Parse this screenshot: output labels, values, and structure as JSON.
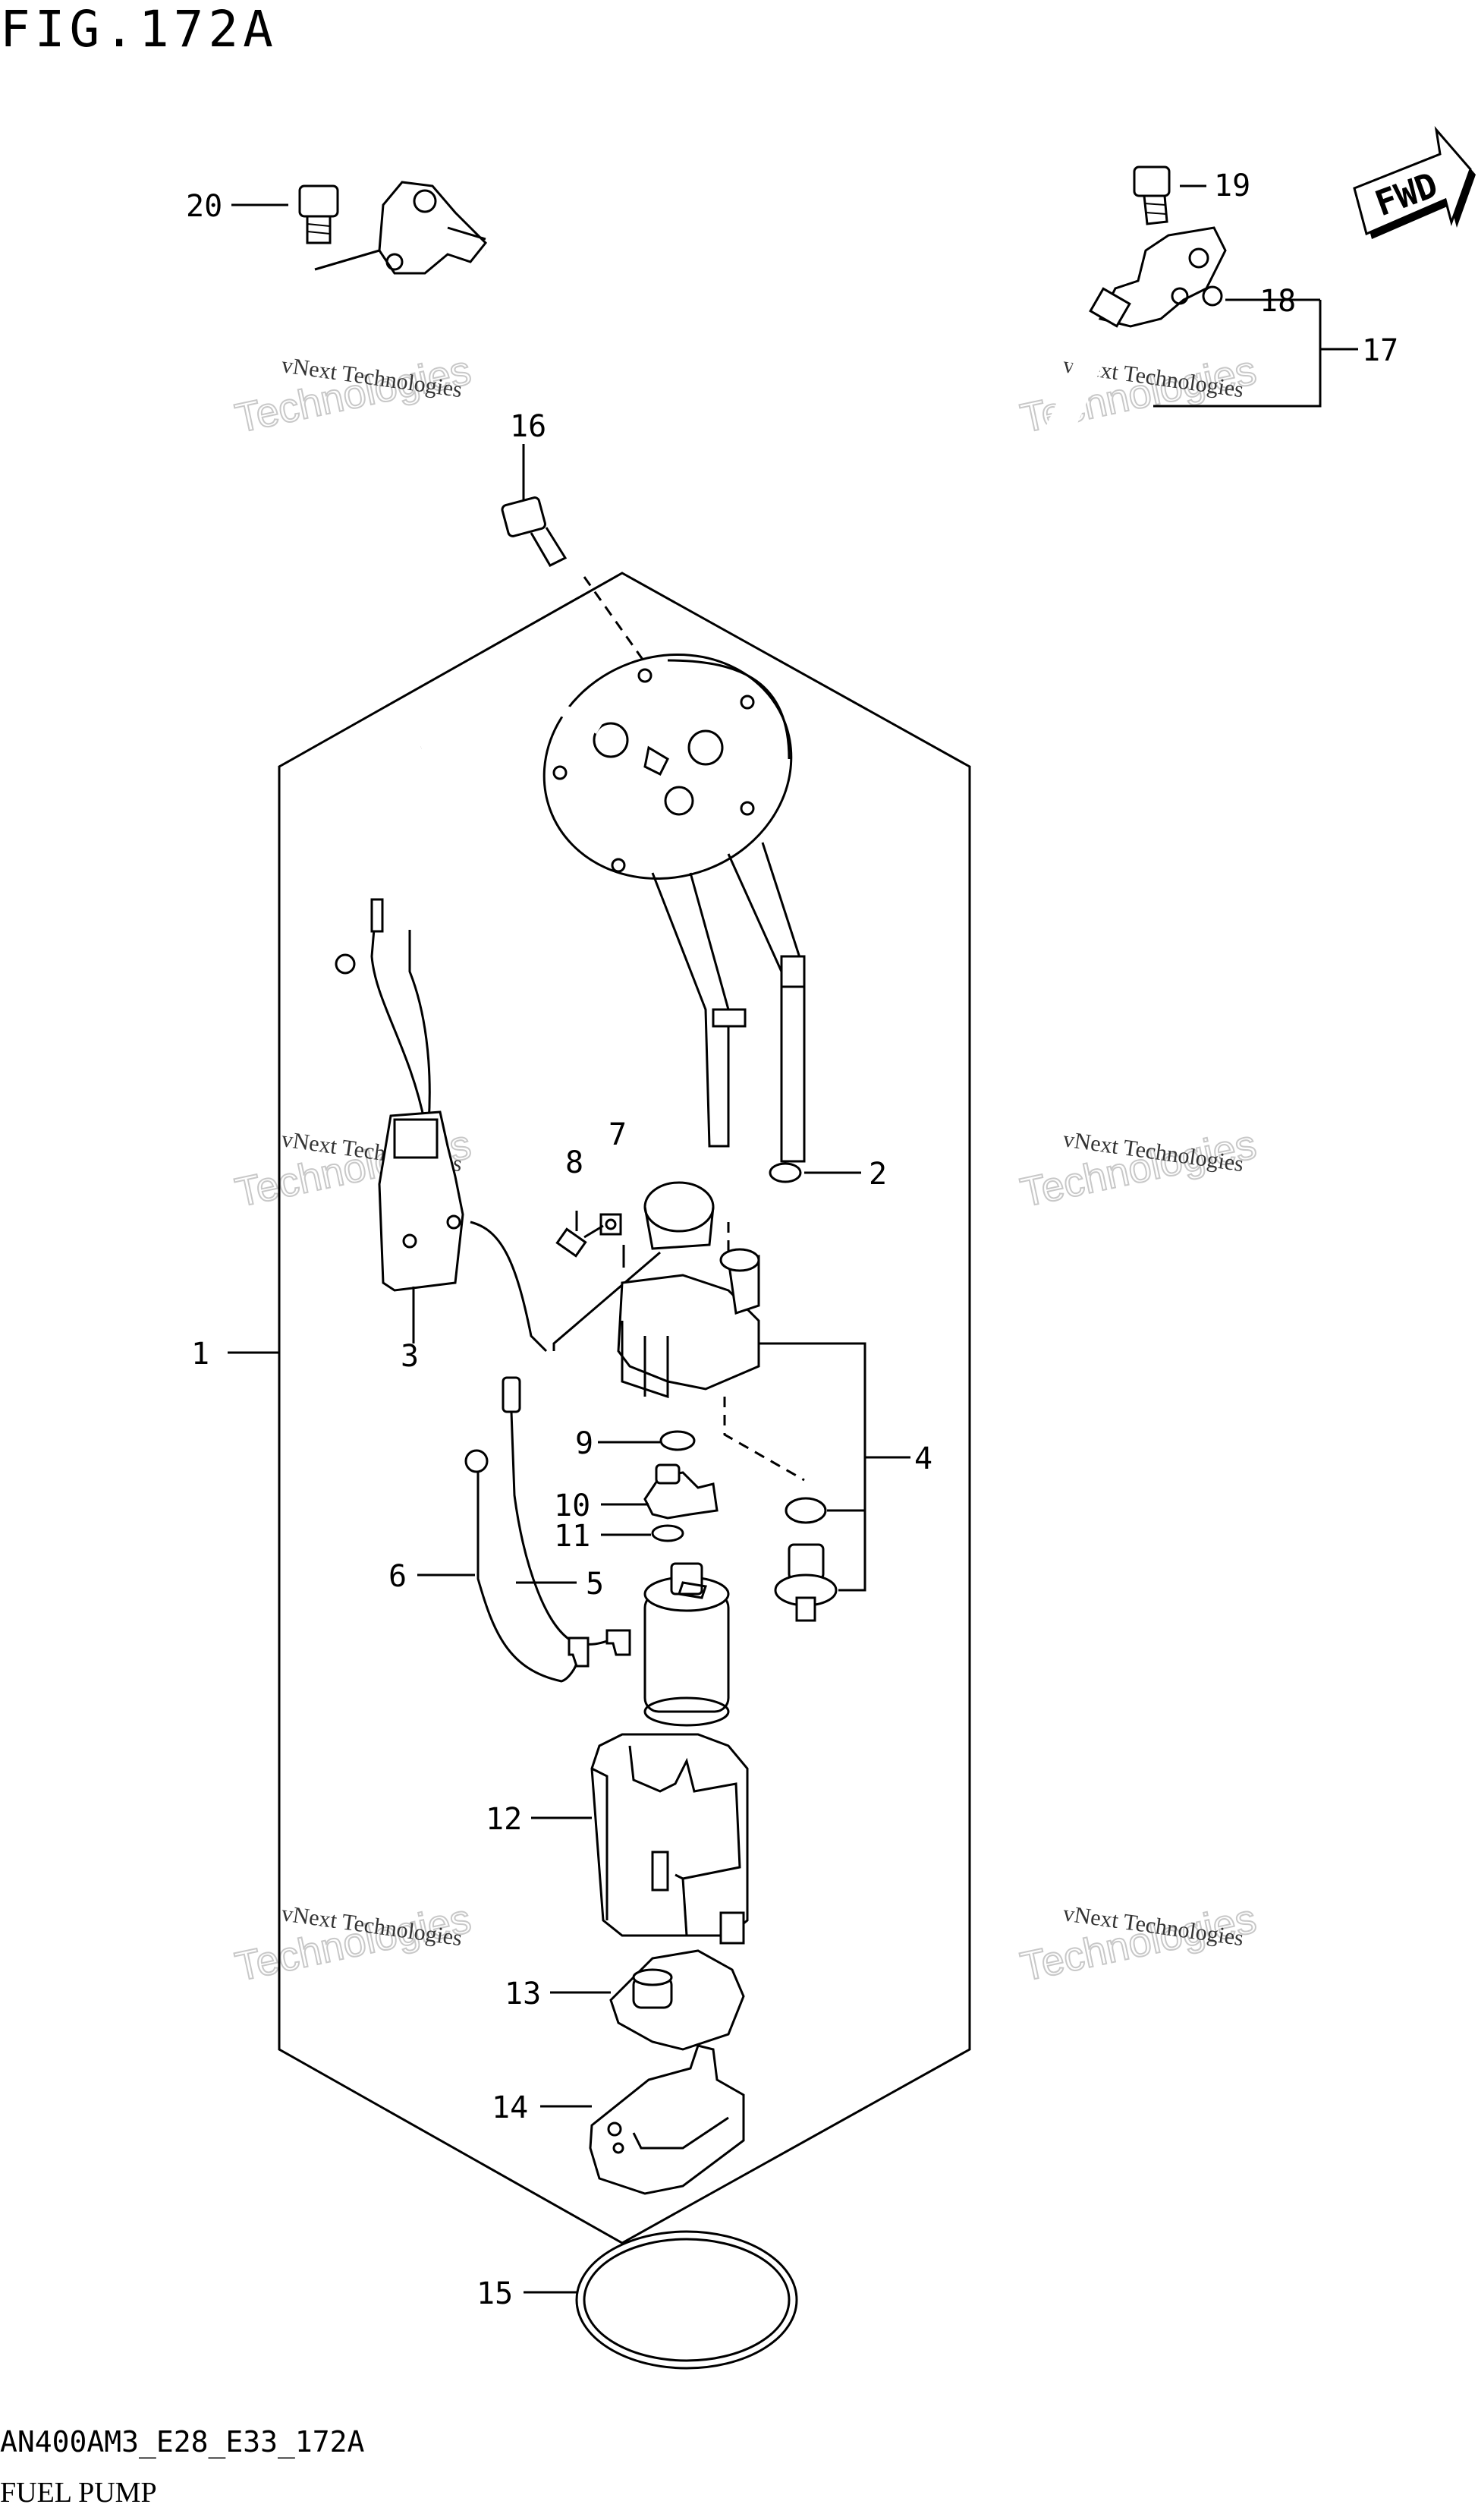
{
  "figure": {
    "title": "FIG.172A",
    "code": "AN400AM3_E28_E33_172A",
    "name": "FUEL PUMP"
  },
  "watermark": {
    "line1": "vNext Technologies",
    "line2": "Technologies"
  },
  "fwd_label": "FWD",
  "callouts": [
    {
      "number": "1"
    },
    {
      "number": "2"
    },
    {
      "number": "3"
    },
    {
      "number": "4"
    },
    {
      "number": "5"
    },
    {
      "number": "6"
    },
    {
      "number": "7"
    },
    {
      "number": "8"
    },
    {
      "number": "9"
    },
    {
      "number": "10"
    },
    {
      "number": "11"
    },
    {
      "number": "12"
    },
    {
      "number": "13"
    },
    {
      "number": "14"
    },
    {
      "number": "15"
    },
    {
      "number": "16"
    },
    {
      "number": "17"
    },
    {
      "number": "18"
    },
    {
      "number": "19"
    },
    {
      "number": "20"
    }
  ]
}
